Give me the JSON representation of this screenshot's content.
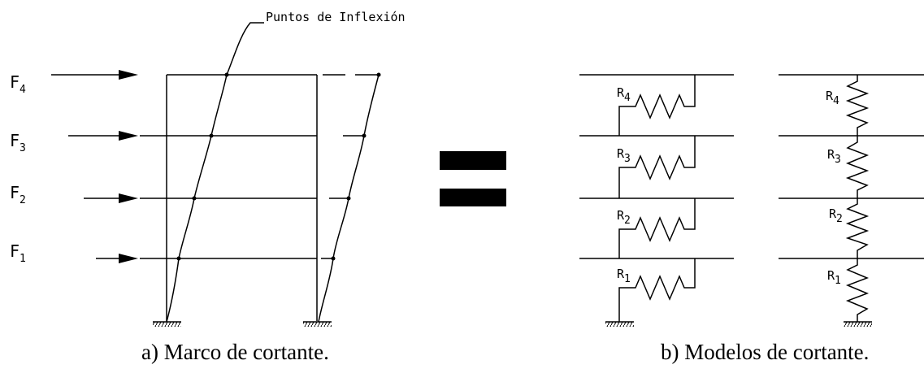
{
  "colors": {
    "ink": "#000000",
    "background": "#ffffff"
  },
  "annotation": "Puntos de Inflexión",
  "forces": [
    {
      "letter": "F",
      "sub": "4"
    },
    {
      "letter": "F",
      "sub": "3"
    },
    {
      "letter": "F",
      "sub": "2"
    },
    {
      "letter": "F",
      "sub": "1"
    }
  ],
  "springs_left": [
    {
      "letter": "R",
      "sub": "4"
    },
    {
      "letter": "R",
      "sub": "3"
    },
    {
      "letter": "R",
      "sub": "2"
    },
    {
      "letter": "R",
      "sub": "1"
    }
  ],
  "springs_right": [
    {
      "letter": "R",
      "sub": "4"
    },
    {
      "letter": "R",
      "sub": "3"
    },
    {
      "letter": "R",
      "sub": "2"
    },
    {
      "letter": "R",
      "sub": "1"
    }
  ],
  "captions": {
    "a": "a) Marco de cortante.",
    "b": "b) Modelos de cortante."
  }
}
